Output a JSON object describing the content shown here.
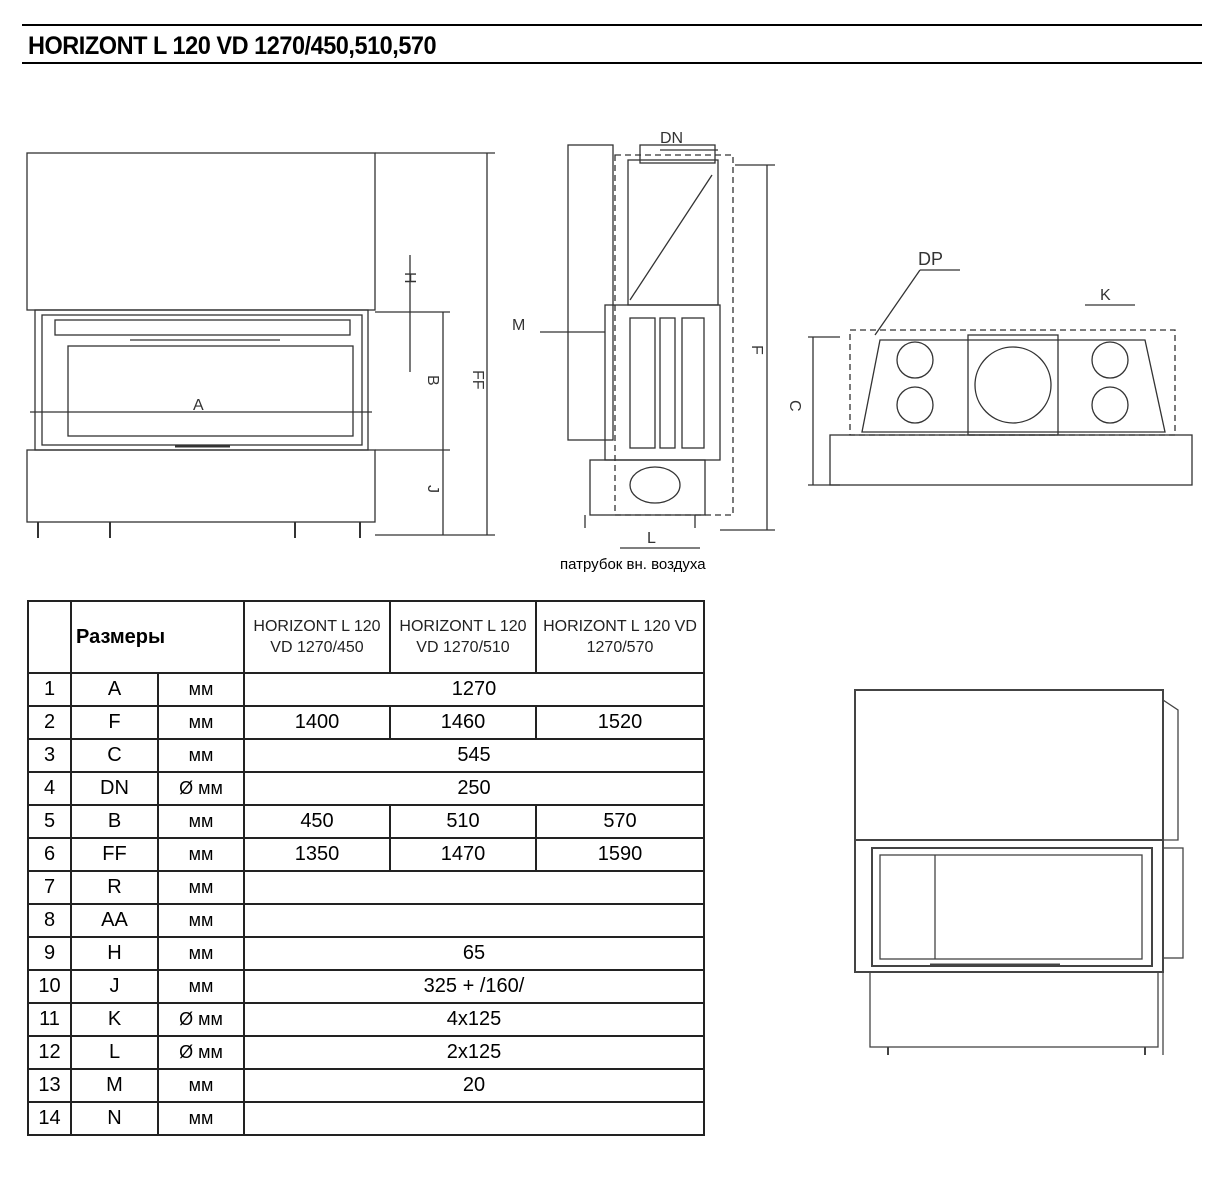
{
  "title": "HORIZONT L 120 VD 1270/450,510,570",
  "drawing_labels": {
    "A": "A",
    "H": "H",
    "B": "B",
    "FF": "FF",
    "J": "J",
    "DN": "DN",
    "M": "M",
    "F": "F",
    "L": "L",
    "DP": "DP",
    "K": "K",
    "C": "C"
  },
  "caption": "патрубок вн. воздуха",
  "table": {
    "header_dims": "Размеры",
    "models": [
      "HORIZONT L 120 VD 1270/450",
      "HORIZONT L 120 VD 1270/510",
      "HORIZONT L 120 VD 1270/570"
    ],
    "rows": [
      {
        "n": "1",
        "dim": "A",
        "unit": "мм",
        "merged": "1270"
      },
      {
        "n": "2",
        "dim": "F",
        "unit": "мм",
        "vals": [
          "1400",
          "1460",
          "1520"
        ]
      },
      {
        "n": "3",
        "dim": "C",
        "unit": "мм",
        "merged": "545"
      },
      {
        "n": "4",
        "dim": "DN",
        "unit": "Ø мм",
        "merged": "250"
      },
      {
        "n": "5",
        "dim": "B",
        "unit": "мм",
        "vals": [
          "450",
          "510",
          "570"
        ]
      },
      {
        "n": "6",
        "dim": "FF",
        "unit": "мм",
        "vals": [
          "1350",
          "1470",
          "1590"
        ]
      },
      {
        "n": "7",
        "dim": "R",
        "unit": "мм",
        "merged": ""
      },
      {
        "n": "8",
        "dim": "AA",
        "unit": "мм",
        "merged": ""
      },
      {
        "n": "9",
        "dim": "H",
        "unit": "мм",
        "merged": "65"
      },
      {
        "n": "10",
        "dim": "J",
        "unit": "мм",
        "merged": "325 + /160/"
      },
      {
        "n": "11",
        "dim": "K",
        "unit": "Ø мм",
        "merged": "4x125"
      },
      {
        "n": "12",
        "dim": "L",
        "unit": "Ø мм",
        "merged": "2x125"
      },
      {
        "n": "13",
        "dim": "M",
        "unit": "мм",
        "merged": "20"
      },
      {
        "n": "14",
        "dim": "N",
        "unit": "мм",
        "merged": ""
      }
    ]
  }
}
